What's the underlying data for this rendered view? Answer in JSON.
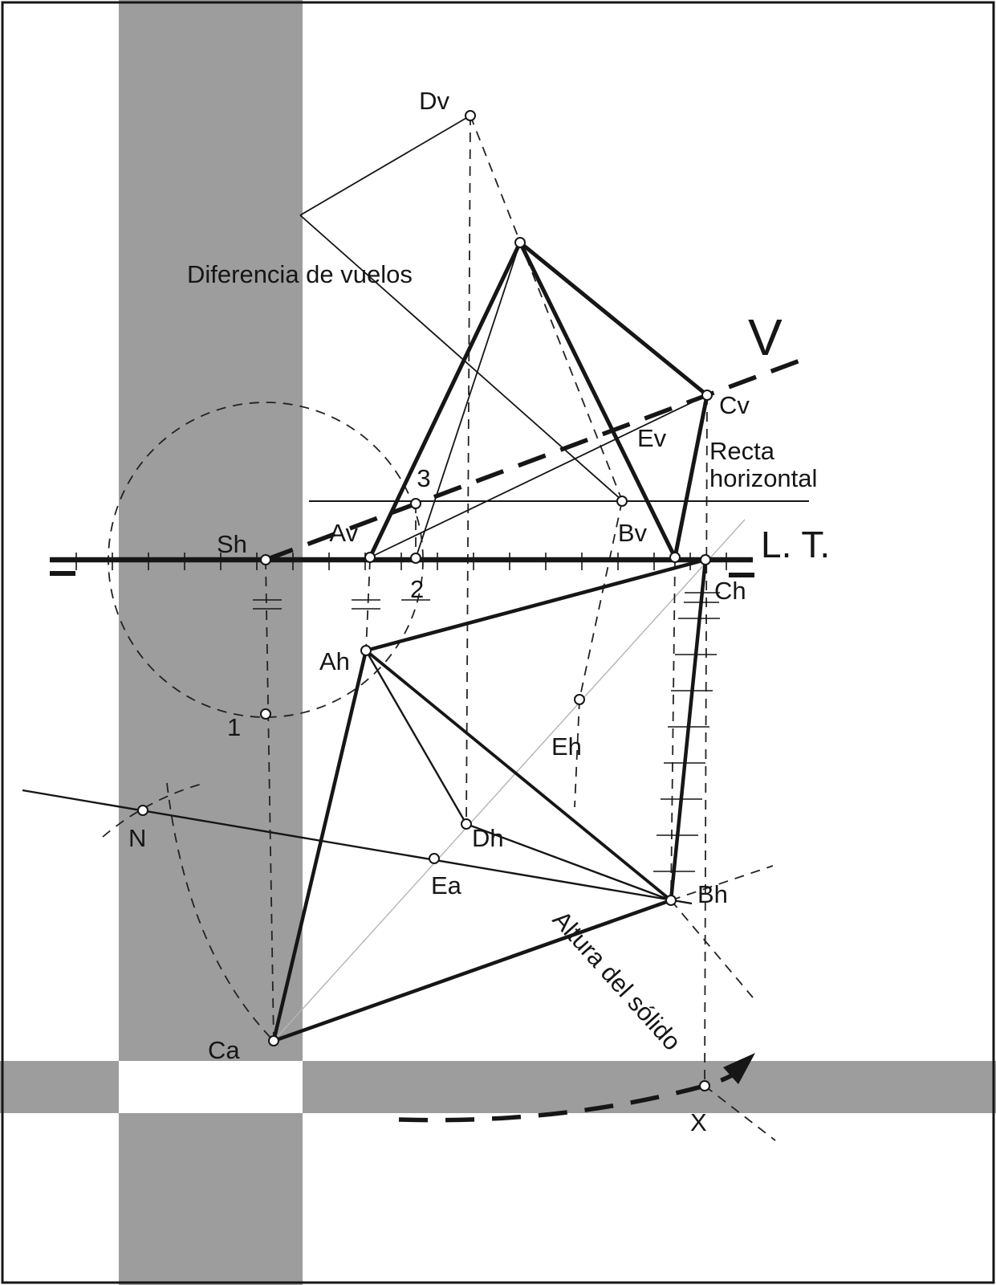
{
  "colors": {
    "band_gray": "#9d9d9d",
    "ink": "#161616",
    "light_line": "#b4b4b4",
    "paper": "#ffffff"
  },
  "annotations": {
    "diferencia_de_vuelos": "Diferencia de vuelos",
    "recta_line1": "Recta",
    "recta_line2": "horizontal",
    "v_axis": "V",
    "ground_line": "L. T.",
    "altura_del_solido": "Altura del sólido"
  },
  "points": {
    "dv": "Dv",
    "cv": "Cv",
    "ev": "Ev",
    "av": "Av",
    "bv": "Bv",
    "sh": "Sh",
    "ch": "Ch",
    "ah": "Ah",
    "eh": "Eh",
    "dh": "Dh",
    "ea": "Ea",
    "bh": "Bh",
    "ca": "Ca",
    "n": "N",
    "x": "X",
    "p1": "1",
    "p2": "2",
    "p3": "3"
  }
}
